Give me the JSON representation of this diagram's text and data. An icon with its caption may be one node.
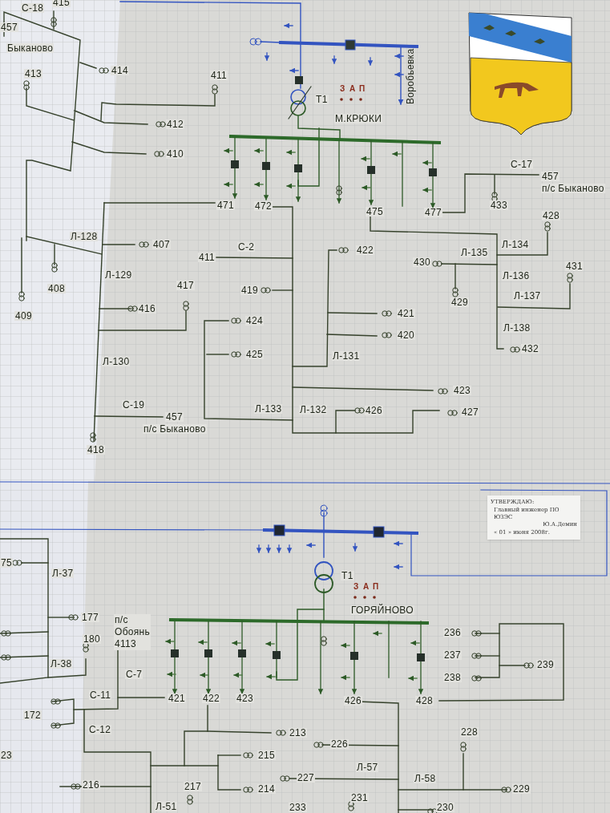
{
  "diagram": {
    "nodes": [
      {
        "text": [
          "УТВЕРЖДАЮ:",
          "Главный инженер ПО ЮЗЭС",
          "Ю.А.Демин",
          "« 01 » июня 2008г."
        ]
      }
    ],
    "labels": [
      "415",
      "С-18",
      "457",
      "Быканово",
      "413",
      "414",
      "411",
      "412",
      "410",
      "Т1",
      "З",
      "А",
      "П",
      "М.КРЮКИ",
      "Воробьевка",
      "С-17",
      "457",
      "п/с Быканово",
      "471",
      "472",
      "433",
      "475",
      "477",
      "428",
      "Л-128",
      "407",
      "С-2",
      "422",
      "Л-135",
      "Л-134",
      "411",
      "430",
      "431",
      "408",
      "Л-129",
      "417",
      "419",
      "Л-136",
      "416",
      "429",
      "Л-137",
      "409",
      "424",
      "421",
      "Л-138",
      "420",
      "Л-130",
      "425",
      "Л-131",
      "432",
      "423",
      "С-19",
      "Л-133",
      "Л-132",
      "426",
      "427",
      "457",
      "п/с Быканово",
      "418",
      "75",
      "Л-37",
      "Т1",
      "З",
      "А",
      "П",
      "ГОРЯЙНОВО",
      "177",
      "п/с Обоянь 4113",
      "236",
      "180",
      "237",
      "Л-38",
      "239",
      "С-7",
      "238",
      "С-11",
      "421",
      "422",
      "423",
      "426",
      "428",
      "172",
      "С-12",
      "213",
      "228",
      "226",
      "23",
      "215",
      "Л-57",
      "227",
      "Л-58",
      "217",
      "214",
      "216",
      "229",
      "231",
      "Л-51",
      "233",
      "230"
    ]
  }
}
